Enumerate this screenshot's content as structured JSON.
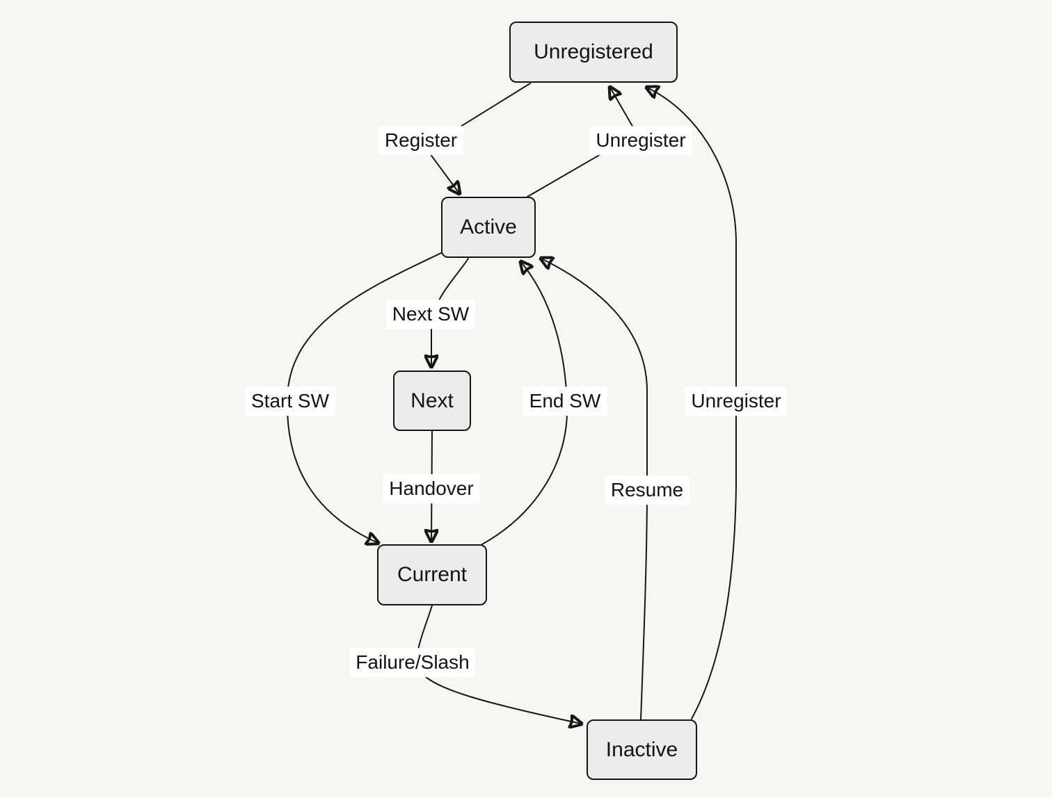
{
  "diagram": {
    "type": "state-diagram",
    "colors": {
      "background": "#f7f6f3",
      "node_fill": "#ececec",
      "node_border": "#141414",
      "edge": "#161616",
      "label_background": "#ffffff",
      "text": "#131313"
    },
    "nodes": {
      "unregistered": "Unregistered",
      "active": "Active",
      "next": "Next",
      "current": "Current",
      "inactive": "Inactive"
    },
    "transitions": [
      {
        "from": "Unregistered",
        "to": "Active",
        "label": "Register"
      },
      {
        "from": "Active",
        "to": "Unregistered",
        "label": "Unregister"
      },
      {
        "from": "Active",
        "to": "Next",
        "label": "Next SW"
      },
      {
        "from": "Active",
        "to": "Current",
        "label": "Start SW"
      },
      {
        "from": "Next",
        "to": "Current",
        "label": "Handover"
      },
      {
        "from": "Current",
        "to": "Active",
        "label": "End SW"
      },
      {
        "from": "Current",
        "to": "Inactive",
        "label": "Failure/Slash"
      },
      {
        "from": "Inactive",
        "to": "Active",
        "label": "Resume"
      },
      {
        "from": "Inactive",
        "to": "Unregistered",
        "label": "Unregister"
      }
    ]
  }
}
